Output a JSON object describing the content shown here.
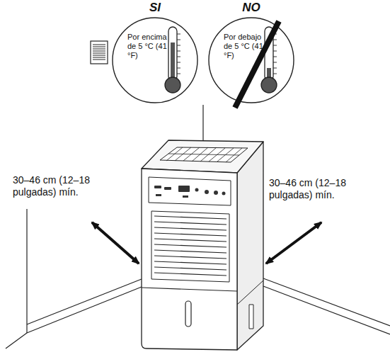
{
  "diagram": {
    "nodes": [
      {
        "text": [
          "SI",
          "Por encima de 5 °C (41 °F)"
        ]
      },
      {
        "text": [
          "NO",
          "Por debajo de 5 °C (41 °F)"
        ]
      }
    ],
    "labels": [
      "30–46 cm (12–18 pulgadas) mín.",
      "30–46 cm (12–18 pulgadas) mín."
    ]
  }
}
